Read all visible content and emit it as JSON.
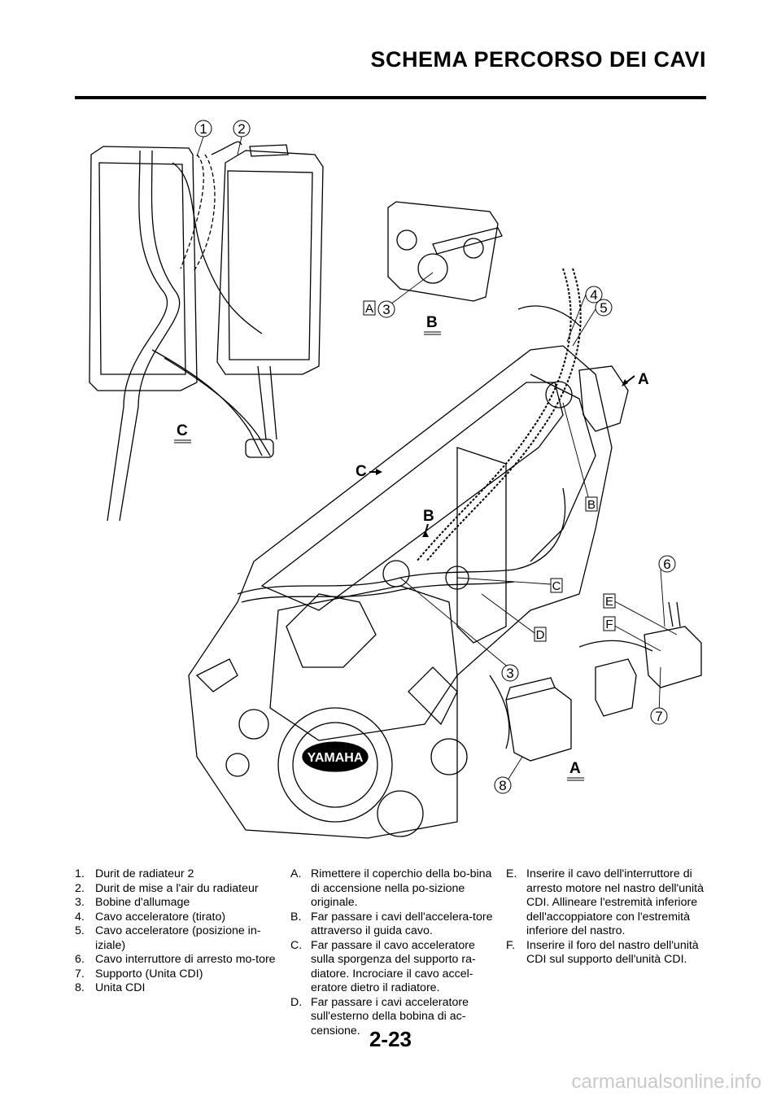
{
  "header": {
    "title": "SCHEMA PERCORSO DEI CAVI"
  },
  "diagram": {
    "callouts": [
      "1",
      "2",
      "3",
      "3",
      "4",
      "5",
      "6",
      "7",
      "8"
    ],
    "letter_labels": [
      "A",
      "B",
      "C",
      "D",
      "E",
      "F"
    ],
    "view_labels": [
      "A",
      "B",
      "C"
    ],
    "logo_text": "YAMAHA"
  },
  "legend_numbers": [
    {
      "num": "1.",
      "text": "Durit de radiateur 2"
    },
    {
      "num": "2.",
      "text": "Durit de mise a l'air du radiateur"
    },
    {
      "num": "3.",
      "text": "Bobine d'allumage"
    },
    {
      "num": "4.",
      "text": "Cavo acceleratore (tirato)"
    },
    {
      "num": "5.",
      "text": "Cavo acceleratore (posizione in-iziale)"
    },
    {
      "num": "6.",
      "text": "Cavo interruttore di arresto mo-tore"
    },
    {
      "num": "7.",
      "text": "Supporto (Unita CDI)"
    },
    {
      "num": "8.",
      "text": "Unita CDI"
    }
  ],
  "legend_letters_a": [
    {
      "num": "A.",
      "text": "Rimettere il coperchio della bo-bina di accensione nella po-sizione originale."
    },
    {
      "num": "B.",
      "text": "Far passare i cavi dell'accelera-tore attraverso il guida cavo."
    },
    {
      "num": "C.",
      "text": "Far passare il cavo acceleratore sulla sporgenza del supporto ra-diatore. Incrociare il cavo accel-eratore dietro il radiatore."
    },
    {
      "num": "D.",
      "text": "Far passare i cavi acceleratore sull'esterno della bobina di ac-censione."
    }
  ],
  "legend_letters_b": [
    {
      "num": "E.",
      "text": "Inserire il cavo dell'interruttore di arresto motore nel nastro dell'unità CDI. Allineare l'estremità inferiore dell'accoppiatore con l'estremità inferiore del nastro."
    },
    {
      "num": "F.",
      "text": "Inserire il foro del nastro dell'unità CDI sul supporto dell'unità CDI."
    }
  ],
  "page_number": "2-23",
  "watermark": "carmanualsonline.info"
}
